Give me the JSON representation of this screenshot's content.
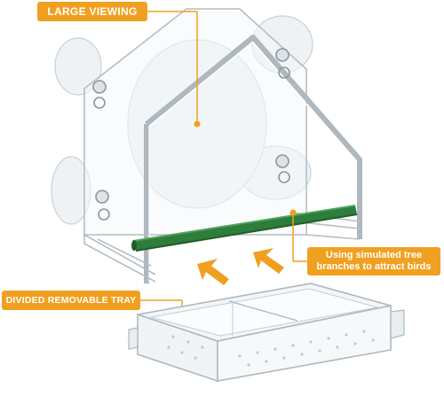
{
  "callouts": {
    "large_viewing": "LARGE VIEWING",
    "branch": "Using simulated tree branches to attract birds",
    "tray": "DIVIDED REMOVABLE TRAY"
  },
  "colors": {
    "accent": "#F0A020",
    "perch": "#2E7D3A",
    "perch_dark": "#1F5E2A",
    "acrylic_edge": "#B8C2C8",
    "acrylic_fill": "#F3F6F8",
    "suction": "#E4E9EC"
  },
  "icons": {
    "arrows": "arrow-up-right-icon"
  }
}
